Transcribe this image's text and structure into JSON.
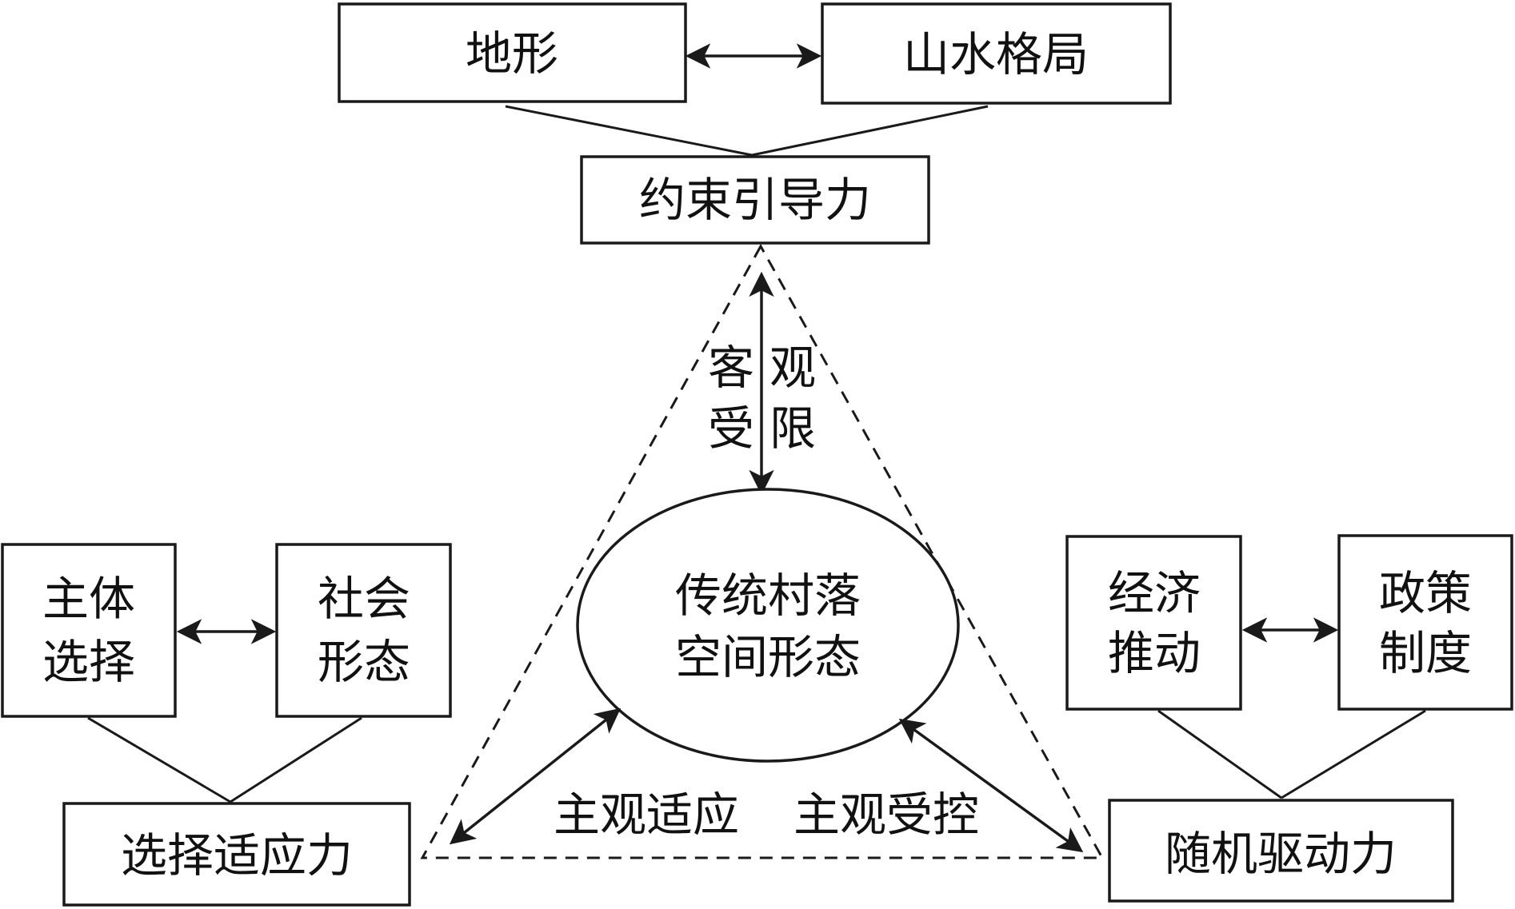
{
  "nodes": {
    "terrain": "地形",
    "landscape": "山水格局",
    "constraint": "约束引导力",
    "subject_choice": [
      "主体",
      "选择"
    ],
    "social_form": [
      "社会",
      "形态"
    ],
    "selective_adaptation": "选择适应力",
    "economic_drive": [
      "经济",
      "推动"
    ],
    "policy_system": [
      "政策",
      "制度"
    ],
    "random_drive": "随机驱动力",
    "center": [
      "传统村落",
      "空间形态"
    ]
  },
  "edge_labels": {
    "objective_left": [
      "客",
      "受"
    ],
    "objective_right": [
      "观",
      "限"
    ],
    "subjective_adapt": "主观适应",
    "subjective_control": "主观受控"
  }
}
